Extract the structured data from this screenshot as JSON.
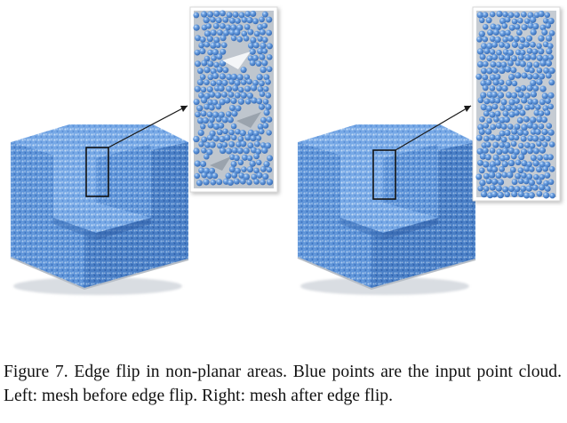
{
  "caption": {
    "figure_label": "Figure 7.",
    "text": "Edge flip in non-planar areas. Blue points are the input point cloud. Left: mesh before edge flip. Right: mesh after edge flip."
  },
  "panels": [
    {
      "id": "before",
      "inset_shows_gaps": true
    },
    {
      "id": "after",
      "inset_shows_gaps": false
    }
  ],
  "colors": {
    "point_blue": "#4a86d4",
    "point_highlight": "#a9cbf2",
    "mesh_gray": "#9aa3ad",
    "mesh_shadow": "#c9cfd6",
    "callout_line": "#1a1a1a",
    "frame_border": "#d8d8d8"
  }
}
